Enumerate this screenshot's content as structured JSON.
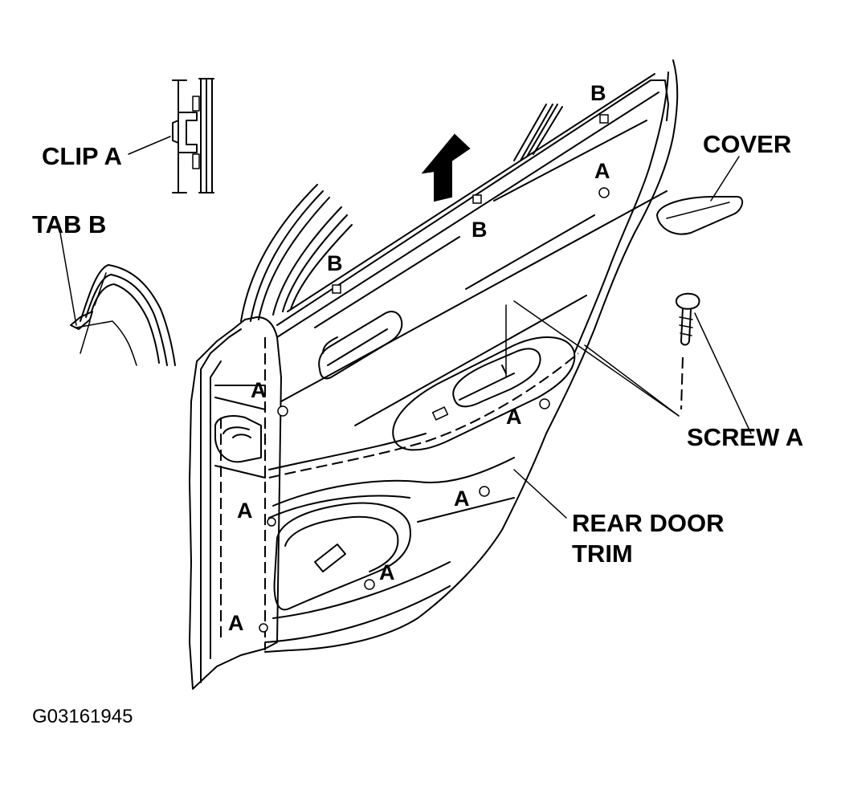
{
  "labels": {
    "clip_a": "CLIP A",
    "tab_b": "TAB B",
    "cover": "COVER",
    "screw_a": "SCREW A",
    "rear_door_trim_line1": "REAR DOOR",
    "rear_door_trim_line2": "TRIM",
    "figure_code": "G03161945"
  },
  "markers": {
    "a": "A",
    "b": "B"
  },
  "colors": {
    "line": "#000000",
    "background": "#ffffff"
  }
}
